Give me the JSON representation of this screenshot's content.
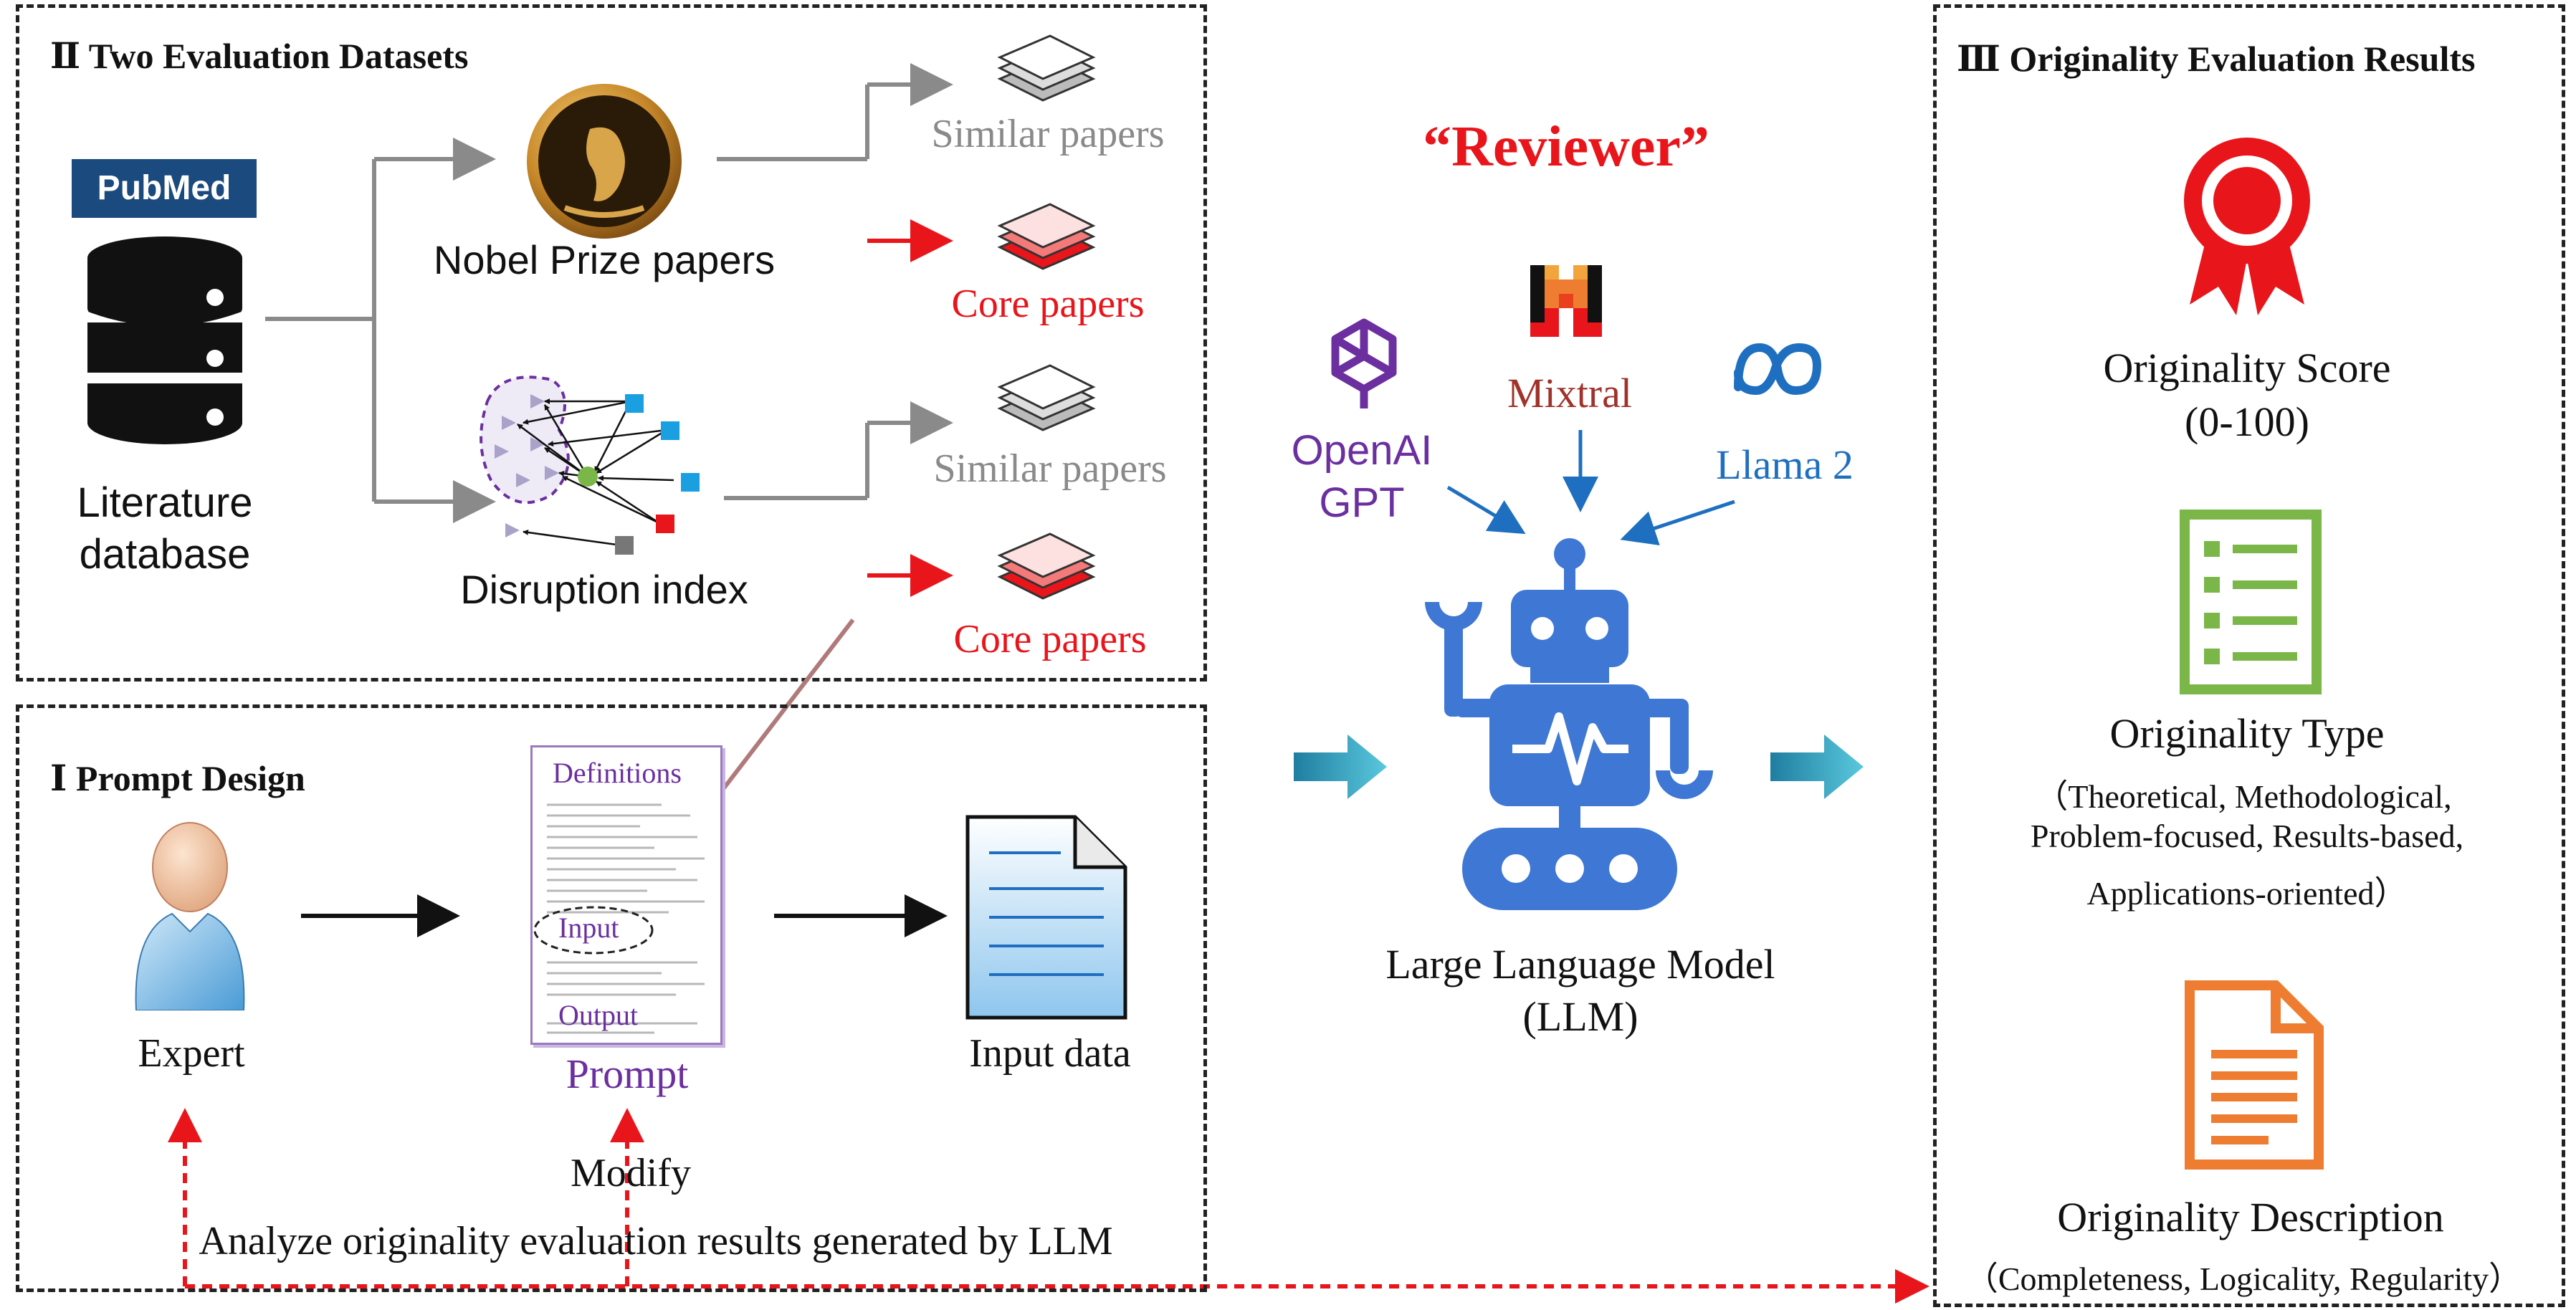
{
  "panel_datasets": {
    "title": "Ⅱ Two Evaluation Datasets",
    "pubmed_logo": "PubMed",
    "database_label_1": "Literature",
    "database_label_2": "database",
    "nobel_label": "Nobel Prize papers",
    "disruption_label": "Disruption index",
    "similar_papers_1": "Similar papers",
    "core_papers_1": "Core papers",
    "similar_papers_2": "Similar papers",
    "core_papers_2": "Core papers"
  },
  "panel_prompt": {
    "title": "Ⅰ Prompt Design",
    "expert_label": "Expert",
    "doc_definitions": "Definitions",
    "doc_input": "Input",
    "doc_output": "Output",
    "prompt_label": "Prompt",
    "input_data_label": "Input data",
    "modify_label": "Modify",
    "analyze_label": "Analyze originality evaluation results generated by LLM"
  },
  "center": {
    "reviewer_label": "“Reviewer”",
    "openai_1": "OpenAI",
    "openai_2": "GPT",
    "mixtral_label": "Mixtral",
    "llama_label": "Llama 2",
    "llm_label_1": "Large Language Model",
    "llm_label_2": "(LLM)"
  },
  "panel_results": {
    "title": "Ⅲ Originality Evaluation Results",
    "score_label": "Originality Score",
    "score_range": "(0-100)",
    "type_label": "Originality Type",
    "type_detail_1": "（Theoretical, Methodological,",
    "type_detail_2": "Problem-focused, Results-based,",
    "type_detail_3": "Applications-oriented）",
    "desc_label": "Originality Description",
    "desc_detail": "（Completeness, Logicality, Regularity）"
  },
  "colors": {
    "red": "#e8151b",
    "gray": "#8a8a8a",
    "purple": "#6b2fa0",
    "blue": "#1f6fc0",
    "robot_blue": "#3f77d4",
    "mixtral_red": "#a0322a",
    "green": "#7ab648",
    "orange": "#ee7d31",
    "teal": "#2a9bb5"
  }
}
